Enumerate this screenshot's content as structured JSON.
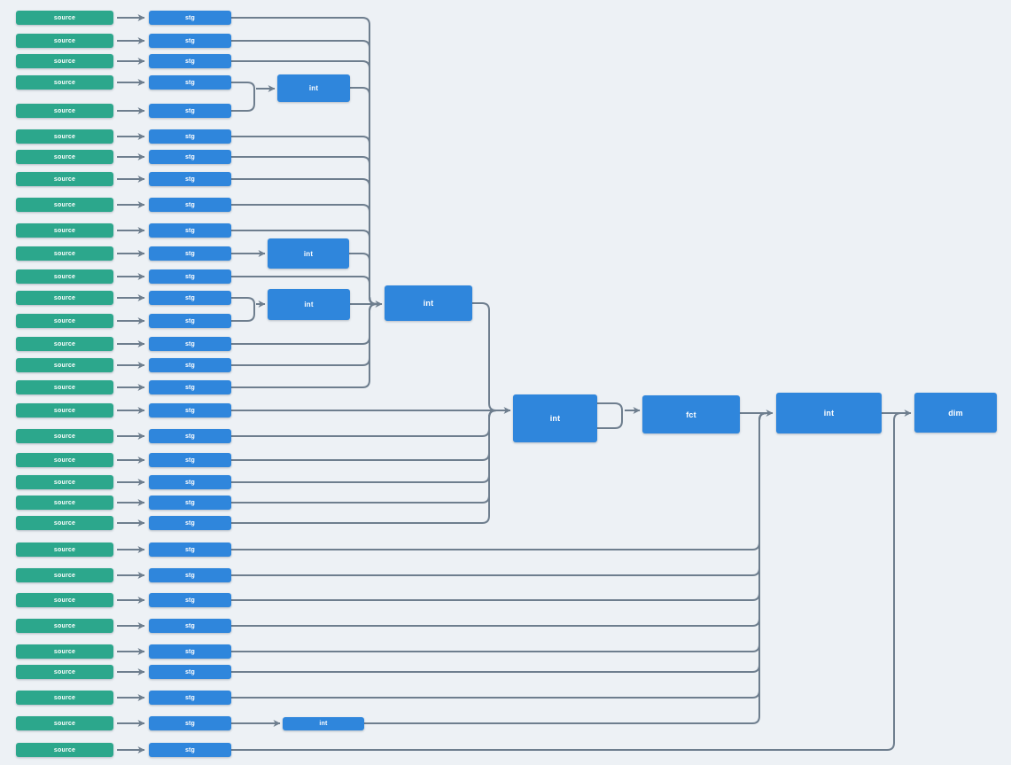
{
  "colors": {
    "background": "#edf1f5",
    "source_node": "#2ca78c",
    "model_node": "#2f86dc",
    "edge": "#6e7e8e",
    "label_text": "#ffffff"
  },
  "rows": [
    {
      "source": "source",
      "stg": "stg",
      "link": "trunk1"
    },
    {
      "source": "source",
      "stg": "stg",
      "link": "trunk1"
    },
    {
      "source": "source",
      "stg": "stg",
      "link": "trunk1"
    },
    {
      "source": "source",
      "stg": "stg",
      "link": "pair1-top"
    },
    {
      "source": "source",
      "stg": "stg",
      "link": "pair1-bottom"
    },
    {
      "source": "source",
      "stg": "stg",
      "link": "trunk1"
    },
    {
      "source": "source",
      "stg": "stg",
      "link": "trunk1"
    },
    {
      "source": "source",
      "stg": "stg",
      "link": "trunk1"
    },
    {
      "source": "source",
      "stg": "stg",
      "link": "trunk1"
    },
    {
      "source": "source",
      "stg": "stg",
      "link": "trunk1"
    },
    {
      "source": "source",
      "stg": "stg",
      "link": "int1b"
    },
    {
      "source": "source",
      "stg": "stg",
      "link": "trunk1"
    },
    {
      "source": "source",
      "stg": "stg",
      "link": "pair2-top"
    },
    {
      "source": "source",
      "stg": "stg",
      "link": "pair2-bottom"
    },
    {
      "source": "source",
      "stg": "stg",
      "link": "trunk1"
    },
    {
      "source": "source",
      "stg": "stg",
      "link": "trunk1"
    },
    {
      "source": "source",
      "stg": "stg",
      "link": "trunk1"
    },
    {
      "source": "source",
      "stg": "stg",
      "link": "int3-straight"
    },
    {
      "source": "source",
      "stg": "stg",
      "link": "trunk2"
    },
    {
      "source": "source",
      "stg": "stg",
      "link": "trunk2"
    },
    {
      "source": "source",
      "stg": "stg",
      "link": "trunk2"
    },
    {
      "source": "source",
      "stg": "stg",
      "link": "trunk2"
    },
    {
      "source": "source",
      "stg": "stg",
      "link": "trunk2"
    },
    {
      "source": "source",
      "stg": "stg",
      "link": "trunk3"
    },
    {
      "source": "source",
      "stg": "stg",
      "link": "trunk3"
    },
    {
      "source": "source",
      "stg": "stg",
      "link": "trunk3"
    },
    {
      "source": "source",
      "stg": "stg",
      "link": "trunk3"
    },
    {
      "source": "source",
      "stg": "stg",
      "link": "trunk3"
    },
    {
      "source": "source",
      "stg": "stg",
      "link": "trunk3"
    },
    {
      "source": "source",
      "stg": "stg",
      "link": "trunk3"
    },
    {
      "source": "source",
      "stg": "stg",
      "link": "int5"
    },
    {
      "source": "source",
      "stg": "stg",
      "link": "trunk4"
    }
  ],
  "intermediates": [
    {
      "id": "int1a",
      "label": "int",
      "feeds": "trunk1"
    },
    {
      "id": "int1b",
      "label": "int",
      "feeds": "trunk1"
    },
    {
      "id": "int1c",
      "label": "int",
      "feeds": "int2"
    },
    {
      "id": "int5",
      "label": "int",
      "feeds": "trunk3"
    }
  ],
  "mains": [
    {
      "id": "int2",
      "label": "int",
      "feeds": "trunk2"
    },
    {
      "id": "int3",
      "label": "int",
      "feeds": "fct"
    },
    {
      "id": "fct",
      "label": "fct",
      "feeds": "int4"
    },
    {
      "id": "int4",
      "label": "int",
      "feeds": "dim"
    },
    {
      "id": "dim",
      "label": "dim",
      "feeds": null
    }
  ]
}
